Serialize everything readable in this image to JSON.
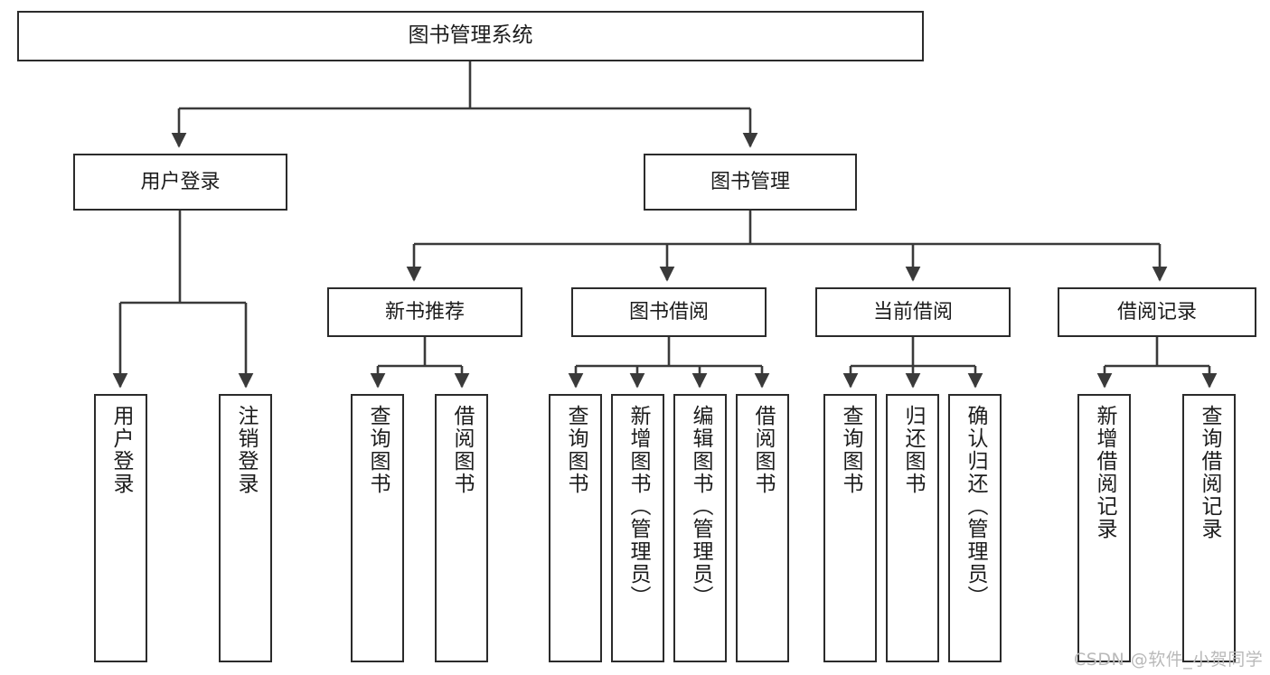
{
  "diagram": {
    "title_box": {
      "label": "图书管理系统"
    },
    "level2": [
      {
        "label": "用户登录"
      },
      {
        "label": "图书管理"
      }
    ],
    "level3": [
      {
        "label": "新书推荐"
      },
      {
        "label": "图书借阅"
      },
      {
        "label": "当前借阅"
      },
      {
        "label": "借阅记录"
      }
    ],
    "leaves": {
      "user_login": [
        {
          "label": "用户登录"
        },
        {
          "label": "注销登录"
        }
      ],
      "new_book_recommend": [
        {
          "label": "查询图书"
        },
        {
          "label": "借阅图书"
        }
      ],
      "book_borrow": [
        {
          "label": "查询图书"
        },
        {
          "label": "新增图书（管理员）"
        },
        {
          "label": "编辑图书（管理员）"
        },
        {
          "label": "借阅图书"
        }
      ],
      "current_borrow": [
        {
          "label": "查询图书"
        },
        {
          "label": "归还图书"
        },
        {
          "label": "确认归还（管理员）"
        }
      ],
      "borrow_record": [
        {
          "label": "新增借阅记录"
        },
        {
          "label": "查询借阅记录"
        }
      ]
    }
  },
  "watermark": {
    "text": "CSDN @软件_小贺同学"
  },
  "colors": {
    "box_border": "#2b2b2b",
    "edge": "#3a3a3a",
    "text": "#1c1c1c",
    "background": "#ffffff",
    "watermark": "#b9b9b9"
  }
}
